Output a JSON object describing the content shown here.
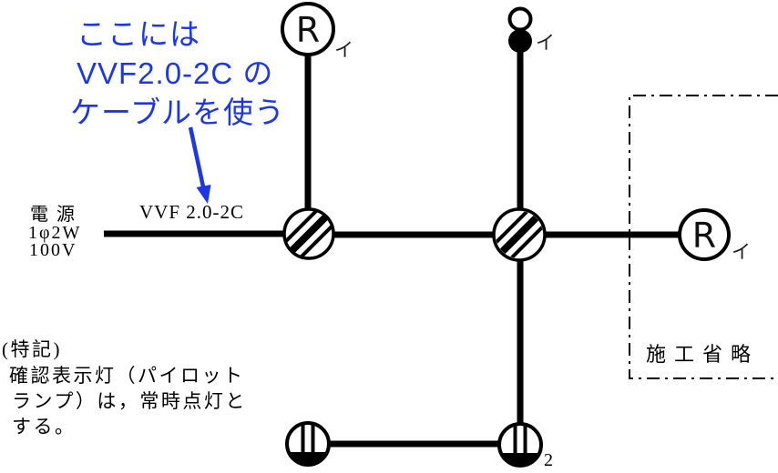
{
  "colors": {
    "blue": "#1c38e2",
    "ink": "#000000"
  },
  "annotation": {
    "lines": [
      "ここには",
      "VVF2.0-2C の",
      "ケーブルを使う"
    ]
  },
  "power": {
    "line1": "電 源",
    "line2": "1φ2W",
    "line3": "100V"
  },
  "cable_label": "VVF 2.0-2C",
  "devices": {
    "lamp_top": {
      "letter": "R",
      "mark": "イ"
    },
    "ceiling": {
      "mark": "イ"
    },
    "lamp_right": {
      "letter": "R",
      "mark": "イ"
    },
    "outlet_right": {
      "count": "2"
    }
  },
  "omission": {
    "label": "施工省略"
  },
  "notes": {
    "lines": [
      "(特記)",
      "確認表示灯（パイロット",
      "ランプ）は，常時点灯と",
      "する。"
    ]
  }
}
